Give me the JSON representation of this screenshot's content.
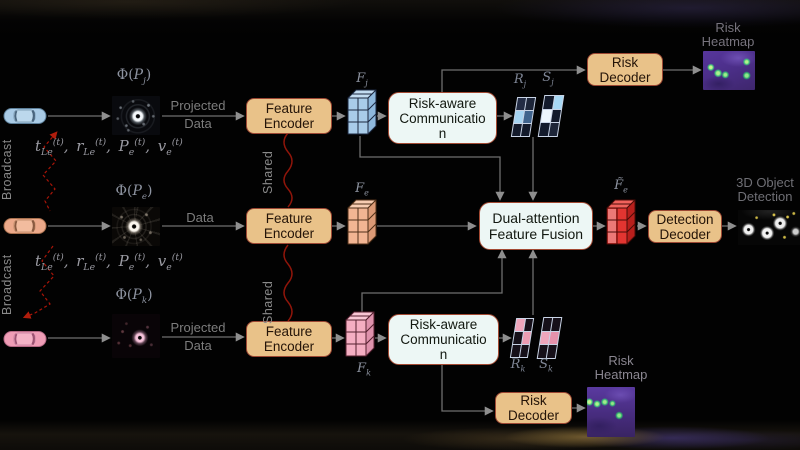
{
  "figure": {
    "kind": "cooperative-perception-architecture-diagram"
  },
  "colors": {
    "background": "#000000",
    "decoder_box_fill": "#e9c289",
    "decoder_box_border": "#9c4733",
    "module_box_fill": "#edf7f5",
    "module_box_border": "#a34a33",
    "feature_blue": "#a9cce9",
    "feature_orange": "#f2b593",
    "feature_pink": "#f4aec2",
    "fused_feature_red": "#e23531",
    "annotation_gray": "#8f8f8f",
    "wire_gray": "#6f6f6f",
    "broadcast_red": "#a81508",
    "shared_wave_red": "#8f150a",
    "heatmap_purple": "#4f2f8a",
    "heatmap_dot_green": "#59e88f",
    "car_blue": "#a9cbe6",
    "car_orange": "#eca98a",
    "car_pink": "#ef9db6"
  },
  "labels": {
    "broadcast": "Broadcast",
    "shared": "Shared",
    "state_formula_html": "t<sub>Le</sub><sup>(t)</sup>,&#8201; r<sub>Le</sub><sup>(t)</sup>,&#8201; P<sub>e</sub><sup>(t)</sup>,&#8201; v<sub>e</sub><sup>(t)</sup>",
    "feature_encoder": "Feature Encoder",
    "risk_comm_lines": [
      "Risk-aware",
      "Communicatio",
      "n"
    ],
    "fusion_lines": [
      "Dual-attention",
      "Feature Fusion"
    ],
    "risk_decoder": "Risk Decoder",
    "detection_decoder": "Detection Decoder",
    "risk_heatmap_lines": [
      "Risk",
      "Heatmap"
    ],
    "object_detection_lines": [
      "3D Object",
      "Detection"
    ]
  },
  "rows": {
    "j": {
      "phi_html": "<span class=\"up\">Φ(</span>P<sub>j</sub><span class=\"up\">)</span>",
      "transfer_lines": [
        "Projected",
        "Data"
      ],
      "feature_html": "F<sub>j</sub>",
      "r_html": "R<sub>j</sub>",
      "s_html": "S<sub>j</sub>"
    },
    "e": {
      "phi_html": "<span class=\"up\">Φ(</span>P<sub>e</sub><span class=\"up\">)</span>",
      "transfer": "Data",
      "feature_html": "F<sub>e</sub>",
      "fused_html": "F̃<sub>e</sub>"
    },
    "k": {
      "phi_html": "<span class=\"up\">Φ(</span>P<sub>k</sub><span class=\"up\">)</span>",
      "transfer_lines": [
        "Projected",
        "Data"
      ],
      "feature_html": "F<sub>k</sub>",
      "r_html": "R<sub>k</sub>",
      "s_html": "S<sub>k</sub>"
    }
  },
  "grids": {
    "rj": {
      "cells": [
        "#232c44",
        "#1d2538",
        "#a6d4f2",
        "#40648e",
        "#131a2b",
        "#131a2b"
      ]
    },
    "sj": {
      "cells": [
        "#131a2b",
        "#a8d8f4",
        "#eef6fc",
        "#131a2b",
        "#131a2b",
        "#1d2538"
      ]
    },
    "rk": {
      "cells": [
        "#efa6bc",
        "#161019",
        "#161019",
        "#ec9cb2",
        "#161019",
        "#161019"
      ]
    },
    "sk": {
      "cells": [
        "#161019",
        "#161019",
        "#efa6bc",
        "#e692ac",
        "#161019",
        "#161019"
      ]
    }
  }
}
